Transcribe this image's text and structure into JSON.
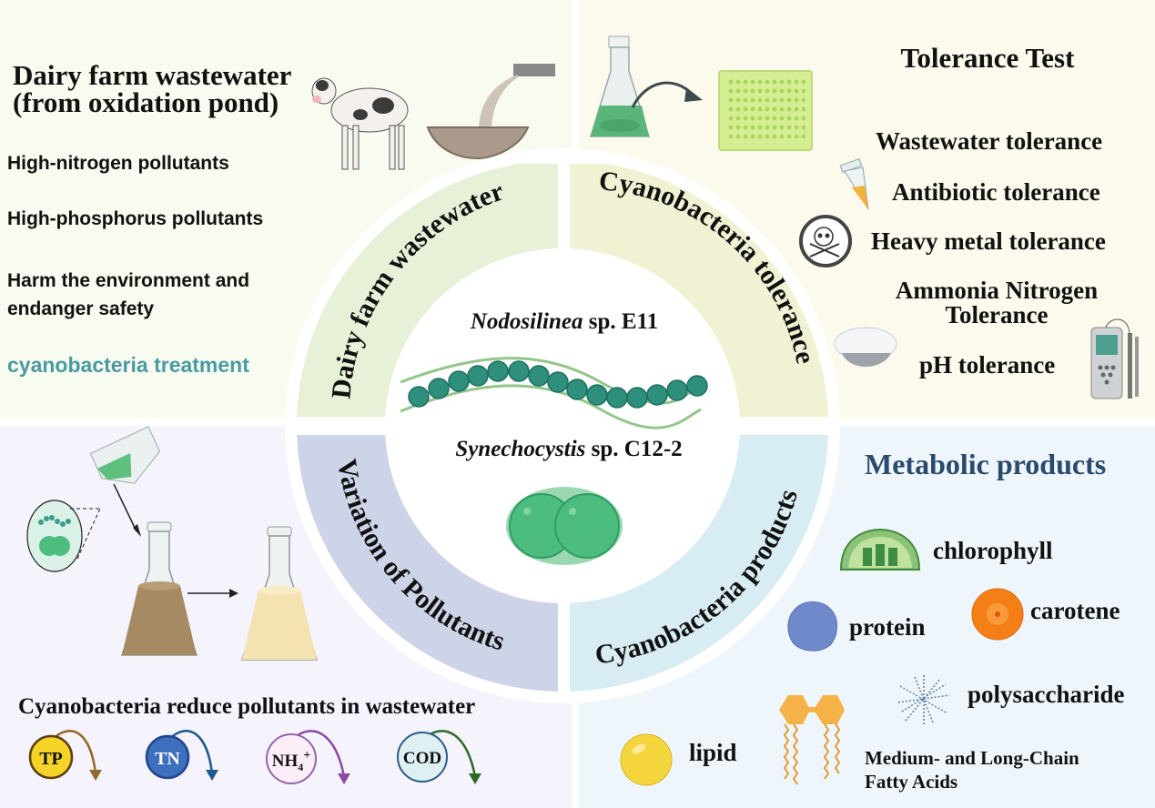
{
  "top_left": {
    "title_line1": "Dairy farm wastewater",
    "title_line2": "(from oxidation pond)",
    "bullets": [
      "High-nitrogen pollutants",
      "High-phosphorus pollutants",
      "Harm the environment and",
      "endanger safety"
    ],
    "treatment": "cyanobacteria treatment",
    "treatment_color": "#4a9aa3",
    "icons": [
      "cow-icon",
      "pipe-outflow-icon",
      "basin-icon"
    ]
  },
  "top_right": {
    "title": "Tolerance Test",
    "items": [
      "Wastewater tolerance",
      "Antibiotic tolerance",
      "Heavy metal tolerance",
      "Ammonia Nitrogen",
      "Tolerance",
      "pH tolerance"
    ],
    "icons": [
      "flask-icon",
      "arrow-icon",
      "well-plate-icon",
      "tube-icon",
      "skull-crossbones-icon",
      "ammonium-salt-icon",
      "ph-meter-icon"
    ]
  },
  "bottom_left": {
    "caption": "Cyanobacteria reduce pollutants in wastewater",
    "pollutants": [
      {
        "label": "TP",
        "fill": "#f5d327",
        "stroke": "#5b3d13",
        "text": "#111111",
        "arrow": "#94682b"
      },
      {
        "label": "TN",
        "fill": "#3d6fbd",
        "stroke": "#21468e",
        "text": "#ffffff",
        "arrow": "#1d5a8f"
      },
      {
        "label": "NH",
        "sub": "4",
        "sup": "+",
        "fill": "#fbeef8",
        "stroke": "#9366ad",
        "text": "#111111",
        "arrow": "#8c4aa4"
      },
      {
        "label": "COD",
        "fill": "#dff0f3",
        "stroke": "#2b5c8a",
        "text": "#111111",
        "arrow": "#2f6a25"
      }
    ]
  },
  "bottom_right": {
    "title": "Metabolic products",
    "title_color": "#2a4a6e",
    "products": [
      "chlorophyll",
      "protein",
      "carotene",
      "polysaccharide",
      "lipid"
    ],
    "fatty_line1": "Medium- and Long-Chain",
    "fatty_line2": "Fatty Acids"
  },
  "ring": {
    "q1": "Dairy farm wastewater",
    "q2": "Cyanobacteria tolerance",
    "q3": "Variation of Pollutants",
    "q4": "Cyanobacteria products",
    "colors": {
      "q1": "#e7f1d8",
      "q2": "#f1f1d4",
      "q3": "#ced4e8",
      "q4": "#d7ecf3"
    }
  },
  "center": {
    "strain1_genus": "Nodosilinea",
    "strain1_rest": " sp. E11",
    "strain2_genus": "Synechocystis",
    "strain2_rest": " sp. C12-2"
  }
}
